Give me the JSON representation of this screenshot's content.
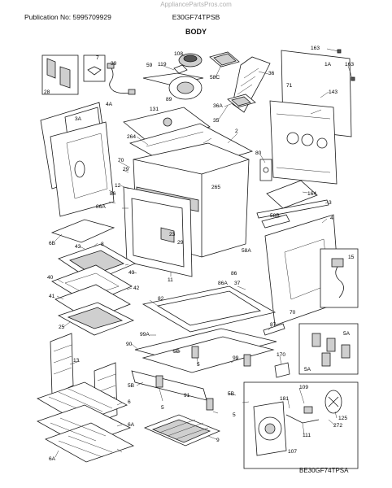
{
  "header": {
    "watermark": "AppliancePartsPros.com",
    "publication": "Publication No: 5995709929",
    "model": "E30GF74TPSB",
    "section_title": "BODY"
  },
  "footer": {
    "diagram_code": "BE30GF74TPSA"
  },
  "parts": [
    {
      "id": "p163a",
      "label": "163"
    },
    {
      "id": "p1A",
      "label": "1A"
    },
    {
      "id": "p163b",
      "label": "163"
    },
    {
      "id": "p108",
      "label": "108"
    },
    {
      "id": "p7",
      "label": "7"
    },
    {
      "id": "p39",
      "label": "39"
    },
    {
      "id": "p59",
      "label": "59"
    },
    {
      "id": "p119",
      "label": "119"
    },
    {
      "id": "p36",
      "label": "36"
    },
    {
      "id": "p28",
      "label": "28"
    },
    {
      "id": "p58C",
      "label": "58C"
    },
    {
      "id": "p143",
      "label": "143"
    },
    {
      "id": "p71",
      "label": "71"
    },
    {
      "id": "p89",
      "label": "89"
    },
    {
      "id": "p4A",
      "label": "4A"
    },
    {
      "id": "p36A",
      "label": "36A"
    },
    {
      "id": "p131",
      "label": "131"
    },
    {
      "id": "p35",
      "label": "35"
    },
    {
      "id": "p3A",
      "label": "3A"
    },
    {
      "id": "p2",
      "label": "2"
    },
    {
      "id": "p264",
      "label": "264"
    },
    {
      "id": "p80",
      "label": "80"
    },
    {
      "id": "p70a",
      "label": "70"
    },
    {
      "id": "p29a",
      "label": "29"
    },
    {
      "id": "p265",
      "label": "265"
    },
    {
      "id": "p12",
      "label": "12"
    },
    {
      "id": "p164",
      "label": "164"
    },
    {
      "id": "p86a",
      "label": "86"
    },
    {
      "id": "p86Aa",
      "label": "86A"
    },
    {
      "id": "p3",
      "label": "3"
    },
    {
      "id": "p58B",
      "label": "58B"
    },
    {
      "id": "p4",
      "label": "4"
    },
    {
      "id": "p6B",
      "label": "6B"
    },
    {
      "id": "p23",
      "label": "23"
    },
    {
      "id": "p29b",
      "label": "29"
    },
    {
      "id": "p58A",
      "label": "58A"
    },
    {
      "id": "p43a",
      "label": "43"
    },
    {
      "id": "p8",
      "label": "8"
    },
    {
      "id": "p43b",
      "label": "43"
    },
    {
      "id": "p86b",
      "label": "86"
    },
    {
      "id": "p15",
      "label": "15"
    },
    {
      "id": "p11",
      "label": "11"
    },
    {
      "id": "p86Ab",
      "label": "86A"
    },
    {
      "id": "p40",
      "label": "40"
    },
    {
      "id": "p42",
      "label": "42"
    },
    {
      "id": "p37",
      "label": "37"
    },
    {
      "id": "p82",
      "label": "82"
    },
    {
      "id": "p41",
      "label": "41"
    },
    {
      "id": "p70b",
      "label": "70"
    },
    {
      "id": "p25",
      "label": "25"
    },
    {
      "id": "p87",
      "label": "87"
    },
    {
      "id": "p99A",
      "label": "99A"
    },
    {
      "id": "p5A1",
      "label": "5A"
    },
    {
      "id": "p90",
      "label": "90"
    },
    {
      "id": "p5B",
      "label": "5B"
    },
    {
      "id": "p99",
      "label": "99"
    },
    {
      "id": "p170",
      "label": "170"
    },
    {
      "id": "p13",
      "label": "13"
    },
    {
      "id": "p5A2",
      "label": "5A"
    },
    {
      "id": "p5a",
      "label": "5"
    },
    {
      "id": "p5B2",
      "label": "5B"
    },
    {
      "id": "p5B3",
      "label": "5B"
    },
    {
      "id": "p109",
      "label": "109"
    },
    {
      "id": "p6",
      "label": "6"
    },
    {
      "id": "p91",
      "label": "91"
    },
    {
      "id": "p181",
      "label": "181"
    },
    {
      "id": "p5b",
      "label": "5"
    },
    {
      "id": "p5c",
      "label": "5"
    },
    {
      "id": "p125",
      "label": "125"
    },
    {
      "id": "p6A1",
      "label": "6A"
    },
    {
      "id": "p111",
      "label": "111"
    },
    {
      "id": "p272",
      "label": "272"
    },
    {
      "id": "p9",
      "label": "9"
    },
    {
      "id": "p107",
      "label": "107"
    },
    {
      "id": "p6A2",
      "label": "6A"
    }
  ]
}
